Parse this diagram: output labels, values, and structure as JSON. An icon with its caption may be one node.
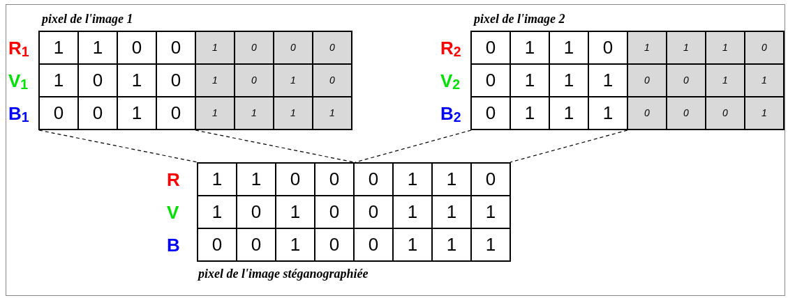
{
  "diagram": {
    "nodes": [
      {
        "text": [],
        "shape": "box"
      },
      {
        "text": [],
        "shape": "box"
      },
      {
        "text": [],
        "shape": "box"
      },
      {
        "text": [],
        "shape": "box"
      },
      {
        "text": [],
        "shape": "box"
      },
      {
        "text": [],
        "shape": "box"
      }
    ],
    "edges": [
      {
        "from": 0,
        "to": 4,
        "arrow": "none",
        "style": "dashed"
      },
      {
        "from": 0,
        "to": 4,
        "arrow": "none",
        "style": "dashed"
      },
      {
        "from": 2,
        "to": 5,
        "arrow": "none",
        "style": "dashed"
      },
      {
        "from": 2,
        "to": 5,
        "arrow": "none",
        "style": "dashed"
      }
    ],
    "labels": [
      "pixel de l'image 1",
      "R$_{1}$",
      "1",
      "1",
      "0",
      "0",
      "1",
      "0",
      "0",
      "0",
      "V$_{1}$",
      "1",
      "0",
      "1",
      "0",
      "1",
      "0",
      "1",
      "0",
      "B$_{1}$",
      "0",
      "0",
      "1",
      "0",
      "1",
      "1",
      "1",
      "1",
      "pixel de l'image 2",
      "R$_{2}$",
      "0",
      "1",
      "1",
      "0",
      "1",
      "1",
      "1",
      "0",
      "V$_{2}$",
      "0",
      "1",
      "1",
      "1",
      "0",
      "0",
      "1",
      "1",
      "B$_{2}$",
      "0",
      "1",
      "1",
      "1",
      "0",
      "0",
      "0",
      "1",
      "R",
      "1",
      "1",
      "0",
      "0",
      "0",
      "1",
      "1",
      "0",
      "V",
      "1",
      "0",
      "1",
      "0",
      "0",
      "1",
      "1",
      "1",
      "B",
      "0",
      "0",
      "1",
      "0",
      "0",
      "1",
      "1",
      "1",
      "pixel de l'image stéganographiée"
    ]
  }
}
